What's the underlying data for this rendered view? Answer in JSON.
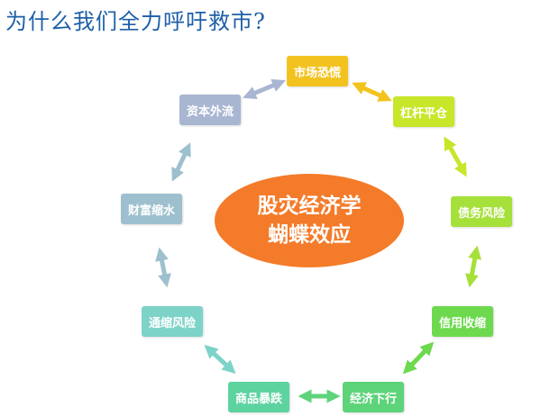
{
  "title": "为什么我们全力呼吁救市?",
  "center": {
    "line1": "股灾经济学",
    "line2": "蝴蝶效应",
    "color": "#f47b2a"
  },
  "nodes": [
    {
      "label": "市场恐慌",
      "color": "#f2c31e"
    },
    {
      "label": "杠杆平仓",
      "color": "#c8e62a"
    },
    {
      "label": "债务风险",
      "color": "#a6e03a"
    },
    {
      "label": "信用收缩",
      "color": "#6dd94e"
    },
    {
      "label": "经济下行",
      "color": "#5dd37a"
    },
    {
      "label": "商品暴跌",
      "color": "#5dd3a0"
    },
    {
      "label": "通缩风险",
      "color": "#7dd3c8"
    },
    {
      "label": "财富缩水",
      "color": "#9ec0ce"
    },
    {
      "label": "资本外流",
      "color": "#a8b6d2"
    }
  ]
}
